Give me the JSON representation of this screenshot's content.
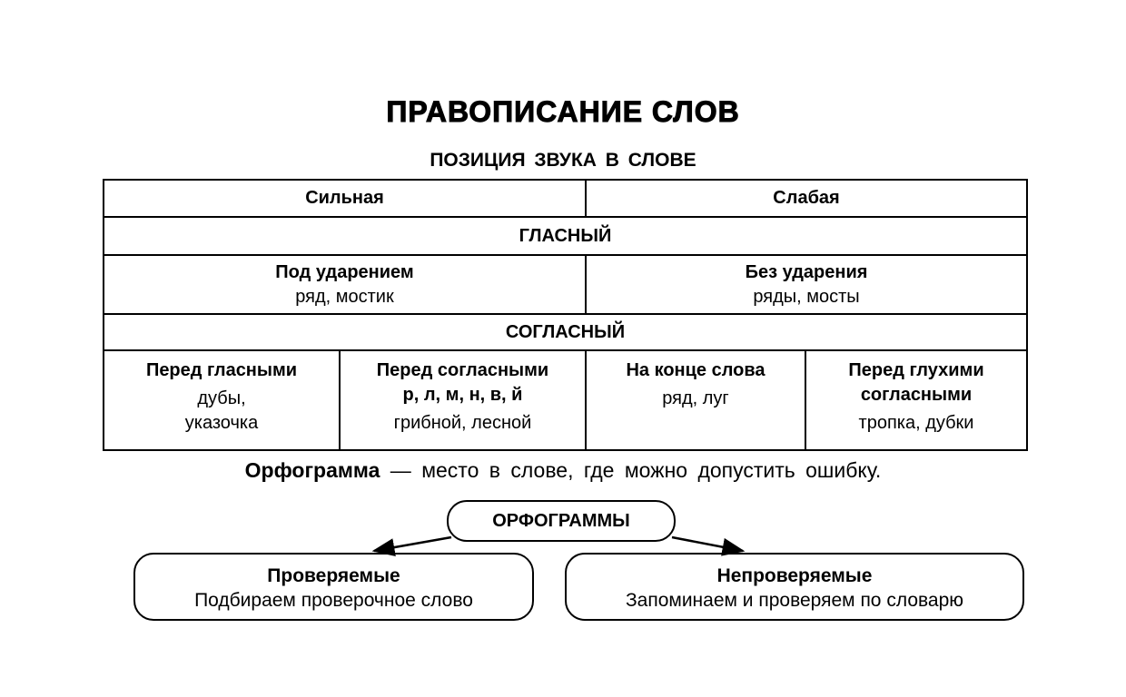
{
  "title": "ПРАВОПИСАНИЕ СЛОВ",
  "subtitle": "ПОЗИЦИЯ ЗВУКА В СЛОВЕ",
  "table": {
    "strong": "Сильная",
    "weak": "Слабая",
    "vowel": "ГЛАСНЫЙ",
    "stressed": {
      "head": "Под ударением",
      "ex": "ряд, мостик"
    },
    "unstressed": {
      "head": "Без ударения",
      "ex": "ряды, мосты"
    },
    "consonant": "СОГЛАСНЫЙ",
    "cons": [
      {
        "head": "Перед гласными",
        "ex1": "дубы,",
        "ex2": "указочка"
      },
      {
        "head": "Перед согласными",
        "head2": "р, л, м, н, в, й",
        "ex1": "грибной, лесной"
      },
      {
        "head": "На конце слова",
        "ex1": "ряд, луг"
      },
      {
        "head": "Перед глухими",
        "head2": "согласными",
        "ex1": "тропка, дубки"
      }
    ]
  },
  "definition": {
    "term": "Орфограмма",
    "text": " — место в слове, где можно допустить ошибку."
  },
  "diagram": {
    "root": "ОРФОГРАММЫ",
    "left": {
      "title": "Проверяемые",
      "text": "Подбираем проверочное слово"
    },
    "right": {
      "title": "Непроверяемые",
      "text": "Запоминаем и проверяем по словарю"
    }
  }
}
